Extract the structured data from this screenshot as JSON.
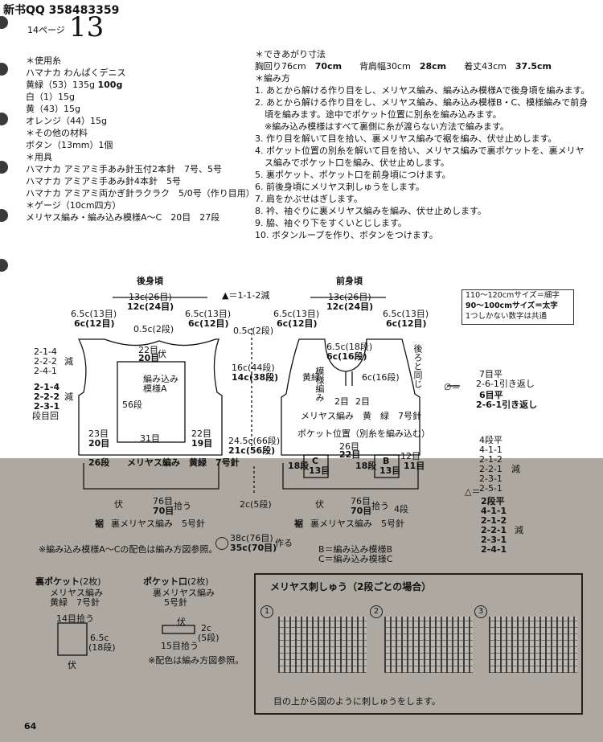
{
  "header": {
    "qq": "新书QQ 358483359",
    "page_label": "14ページ",
    "item_number": "13"
  },
  "materials": {
    "yarn_heading": "＊使用糸",
    "yarn_name": "ハマナカ わんぱくデニス",
    "yarns": [
      {
        "color": "黄緑（53）135g",
        "large": "100g"
      },
      {
        "color": "白（1）15g",
        "large": ""
      },
      {
        "color": "黄（43）15g",
        "large": ""
      },
      {
        "color": "オレンジ（44）15g",
        "large": ""
      }
    ],
    "other_heading": "＊その他の材料",
    "button": "ボタン（13mm）1個",
    "tools_heading": "＊用具",
    "tools": [
      "ハマナカ アミアミ手あみ針玉付2本針　7号、5号",
      "ハマナカ アミアミ手あみ針4本針　5号",
      "ハマナカ アミアミ両かぎ針ラクラク　5/0号（作り目用）"
    ],
    "gauge_heading": "＊ゲージ（10cm四方）",
    "gauge": "メリヤス編み・編み込み模様A〜C　20目　27段"
  },
  "finished": {
    "heading": "＊できあがり寸法",
    "chest_label": "胸回り76cm",
    "chest_large": "70cm",
    "back_label": "背肩幅30cm",
    "back_large": "28cm",
    "length_label": "着丈43cm",
    "length_large": "37.5cm"
  },
  "method": {
    "heading": "＊編み方",
    "steps": [
      "1. あとから解ける作り目をし、メリヤス編み、編み込み模様Aで後身頃を編みます。",
      "2. あとから解ける作り目をし、メリヤス編み、編み込み模様B・C、模様編みで前身",
      "頃を編みます。途中でポケット位置に別糸を編み込みます。",
      "※編み込み模様はすべて裏側に糸が渡らない方法で編みます。",
      "3. 作り目を解いて目を拾い、裏メリヤス編みで裾を編み、伏せ止めします。",
      "4. ポケット位置の別糸を解いて目を拾い、メリヤス編みで裏ポケットを、裏メリヤ",
      "ス編みでポケット口を編み、伏せ止めします。",
      "5. 裏ポケット、ポケット口を前身頃につけます。",
      "6. 前後身頃にメリヤス刺しゅうをします。",
      "7. 肩をかぶせはぎします。",
      "8. 衿、袖ぐりに裏メリヤス編みを編み、伏せ止めします。",
      "9. 脇、袖ぐり下をすくいとじします。",
      "10. ボタンループを作り、ボタンをつけます。"
    ]
  },
  "size_note": {
    "line1": "110〜120cmサイズ＝細字",
    "line2": "90〜100cmサイズ＝太字",
    "line3": "1つしかない数字は共通"
  },
  "back": {
    "title": "後身頃",
    "top1": "13c(26目)",
    "top2": "12c(24目)",
    "shL1": "6.5c(13目)",
    "shL2": "6c(12目)",
    "shR1": "6.5c(13目)",
    "shR2": "6c(12目)",
    "neck": "0.5c(2段)",
    "n22": "22目",
    "n20": "20目",
    "fuse": "伏",
    "pattern": "編み込み",
    "patternA": "模様A",
    "rows56": "56段",
    "dec1": "2-1-4",
    "dec2": "2-2-2",
    "dec3": "2-4-1",
    "gen": "減",
    "dec4": "2-1-4",
    "dec5": "2-2-2",
    "dec6": "2-3-1",
    "dan": "段目回",
    "b23": "23目",
    "b20": "20目",
    "b31": "31目",
    "b22": "22目",
    "b19": "19目",
    "tri_note": "▲＝1-1-2減",
    "knit": "メリヤス編み　黄緑　7号針",
    "fuse2": "伏",
    "w76": "76目",
    "w70": "70目",
    "pick": "拾う",
    "susoa": "裾",
    "hem": "裏メリヤス編み　5号針",
    "rows26": "26段"
  },
  "mid": {
    "r1": "0.5c(2段)",
    "r2": "16c(44段)",
    "r3": "14c(38段)",
    "r4": "24.5c(66段)",
    "r5": "21c(56段)",
    "r6": "2c(5段)",
    "collar1": "38c(76目)",
    "collar2": "35c(70目)",
    "tsukuru": "作る"
  },
  "front": {
    "title": "前身頃",
    "top1": "13c(26目)",
    "top2": "12c(24目)",
    "shL1": "6.5c(13目)",
    "shL2": "6c(12目)",
    "shR1": "6.5c(13目)",
    "shR2": "6c(12目)",
    "neck1": "6.5c(18段)",
    "neck2": "6c(16段)",
    "neck3": "6c(16段)",
    "same": "後ろと同じ",
    "yellow_green": "黄緑",
    "pattern": "模様編み",
    "r2": "2目",
    "r2b": "2目",
    "knit": "メリヤス編み　黄　緑　7号針",
    "pocket_note": "ポケット位置（別糸を編み込む）",
    "p26": "26目",
    "p22": "22目",
    "p12": "12目",
    "C": "C",
    "B": "B",
    "p18": "18段",
    "p18b": "18段",
    "p13": "13目",
    "p13b": "13目",
    "p11": "11目",
    "w76": "76目",
    "w70": "70目",
    "pick": "拾う",
    "r4": "4段",
    "hem": "裏メリヤス編み　5号針",
    "susoa": "裾",
    "fuse": "伏",
    "legendB": "B＝編み込み模様B",
    "legendC": "C＝編み込み模様C"
  },
  "right_notes": {
    "a1": "7目平",
    "a2": "2-6-1引き返し",
    "a3": "6目平",
    "a4": "2-6-1引き返し",
    "b1": "4段平",
    "b2": "4-1-1",
    "b3": "2-1-2",
    "b4": "2-2-1",
    "b5": "2-3-1",
    "b6": "2-5-1",
    "gen": "減",
    "c1": "2段平",
    "c2": "4-1-1",
    "c3": "2-1-2",
    "c4": "2-2-1",
    "c5": "2-3-1",
    "c6": "2-4-1",
    "empty_set": "∅＝",
    "tri": "△＝"
  },
  "note_colors": "※編み込み模様A〜Cの配色は編み方図参照。",
  "back_pocket": {
    "title": "裏ポケット",
    "qty": "(2枚)",
    "knit": "メリヤス編み",
    "color": "黄緑　7号針",
    "pick": "14目拾う",
    "h1": "6.5c",
    "h2": "(18段)",
    "fuse": "伏"
  },
  "pocket_mouth": {
    "title": "ポケット口",
    "qty": "(2枚)",
    "knit": "裏メリヤス編み",
    "needle": "5号針",
    "fuse": "伏",
    "h1": "2c",
    "h2": "(5段)",
    "pick": "15目拾う",
    "note": "※配色は編み方図参照。"
  },
  "embroidery": {
    "title": "メリヤス刺しゅう（2段ごとの場合）",
    "n1": "1",
    "n2": "2",
    "n3": "3",
    "caption": "目の上から図のように刺しゅうをします。"
  },
  "footer": {
    "page": "64"
  }
}
